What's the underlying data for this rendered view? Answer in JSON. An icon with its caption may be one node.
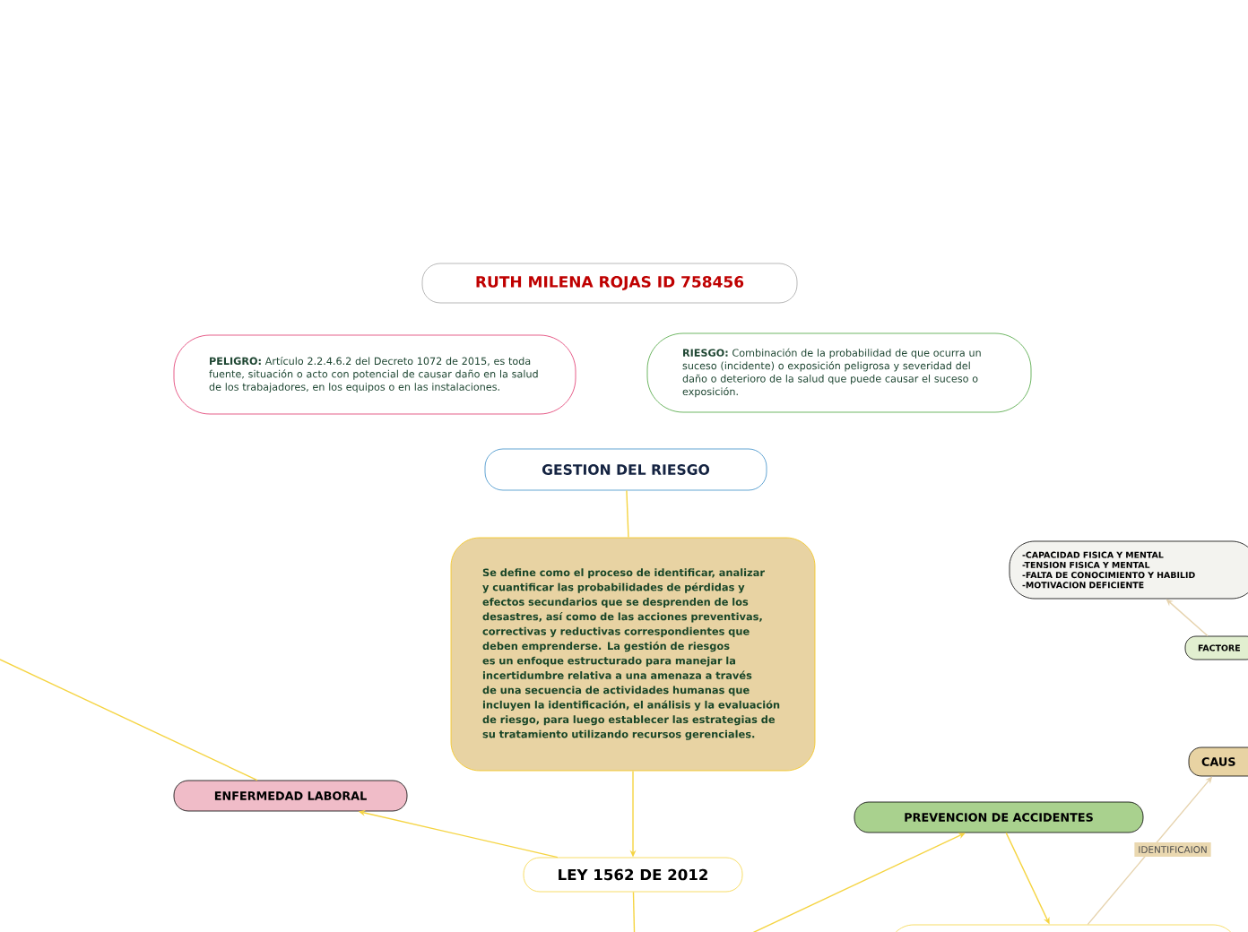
{
  "diagram": {
    "nodes": [
      {
        "text": [
          "RUTH MILENA ROJAS ID 758456"
        ]
      },
      {
        "text": [
          "**PELIGRO:** Artículo 2.2.4.6.2 del Decreto 1072 de 2015, es toda fuente, situación o acto con potencial de causar daño en la salud de los trabajadores, en los equipos o en las instalaciones."
        ]
      },
      {
        "text": [
          "**RIESGO:** Combinación de la probabilidad de que ocurra un suceso (incidente) o exposición peligrosa y severidad del daño o deterioro de la salud que puede causar el suceso o exposición."
        ]
      },
      {
        "text": [
          "GESTION DEL RIESGO"
        ]
      },
      {
        "text": [
          "Se define como el proceso de identificar, analizar y cuantificar las probabilidades de pérdidas y efectos secundarios que se desprenden de los desastres, así como de las acciones preventivas, correctivas y reductivas correspondientes que deben emprenderse. La gestión de riesgos es un enfoque estructurado para manejar la incertidumbre relativa a una amenaza a través de una secuencia de actividades humanas que incluyen la identificación, el análisis y la evaluación de riesgo, para luego establecer las estrategias de su tratamiento utilizando recursos gerenciales."
        ]
      },
      {
        "text": [
          "ENFERMEDAD LABORAL"
        ]
      },
      {
        "text": [
          "LEY 1562 DE 2012"
        ]
      },
      {
        "text": [
          "PREVENCION DE ACCIDENTES"
        ]
      },
      {
        "text": [
          "-CAPACIDAD FISICA Y MENTAL",
          "-TENSION FISICA Y MENTAL",
          "-FALTA DE CONOCIMIENTO Y HABILID",
          "-MOTIVACION DEFICIENTE"
        ]
      },
      {
        "text": [
          "FACTORE"
        ]
      },
      {
        "text": [
          "CAUS"
        ]
      },
      {
        "text": [],
        "shape": "box"
      }
    ],
    "edges": [
      {
        "from": 3,
        "to": 4,
        "arrow": "none"
      },
      {
        "from": 4,
        "to": 6,
        "arrow": "to"
      },
      {
        "from": 6,
        "to": 5,
        "arrow": "to"
      },
      {
        "from": null,
        "to": 5,
        "arrow": "none"
      },
      {
        "from": 6,
        "to": null,
        "arrow": "none"
      },
      {
        "from": null,
        "to": 7,
        "arrow": "to"
      },
      {
        "from": 7,
        "to": 11,
        "arrow": "to"
      },
      {
        "from": 11,
        "to": 10,
        "arrow": "to",
        "label": "IDENTIFICAION",
        "color": "#e6d3ae"
      },
      {
        "from": 9,
        "to": 8,
        "arrow": "to",
        "color": "#e6d3ae"
      }
    ]
  }
}
